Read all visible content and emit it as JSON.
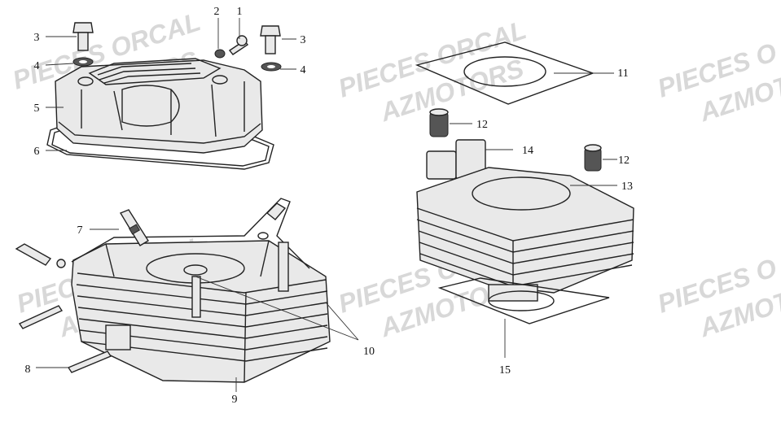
{
  "watermarks": [
    {
      "line1": "PIECES ORCAL",
      "line2": "AZMOTORS"
    },
    {
      "line1": "PIECES ORCAL",
      "line2": "AZMOTORS"
    },
    {
      "line1": "PIECES O",
      "line2": "AZMOT"
    },
    {
      "line1": "PIECES ORCAL",
      "line2": "AZMOTORS"
    },
    {
      "line1": "PIECES ORCAL",
      "line2": "AZMOTORS"
    },
    {
      "line1": "PIECES O",
      "line2": "AZMOT"
    }
  ],
  "callouts": [
    {
      "id": "c1",
      "label": "1"
    },
    {
      "id": "c2",
      "label": "2"
    },
    {
      "id": "c3a",
      "label": "3"
    },
    {
      "id": "c3b",
      "label": "3"
    },
    {
      "id": "c4a",
      "label": "4"
    },
    {
      "id": "c4b",
      "label": "4"
    },
    {
      "id": "c5",
      "label": "5"
    },
    {
      "id": "c6",
      "label": "6"
    },
    {
      "id": "c7",
      "label": "7"
    },
    {
      "id": "c8",
      "label": "8"
    },
    {
      "id": "c9",
      "label": "9"
    },
    {
      "id": "c10",
      "label": "10"
    },
    {
      "id": "c11",
      "label": "11"
    },
    {
      "id": "c12a",
      "label": "12"
    },
    {
      "id": "c12b",
      "label": "12"
    },
    {
      "id": "c13",
      "label": "13"
    },
    {
      "id": "c14",
      "label": "14"
    },
    {
      "id": "c15",
      "label": "15"
    }
  ]
}
